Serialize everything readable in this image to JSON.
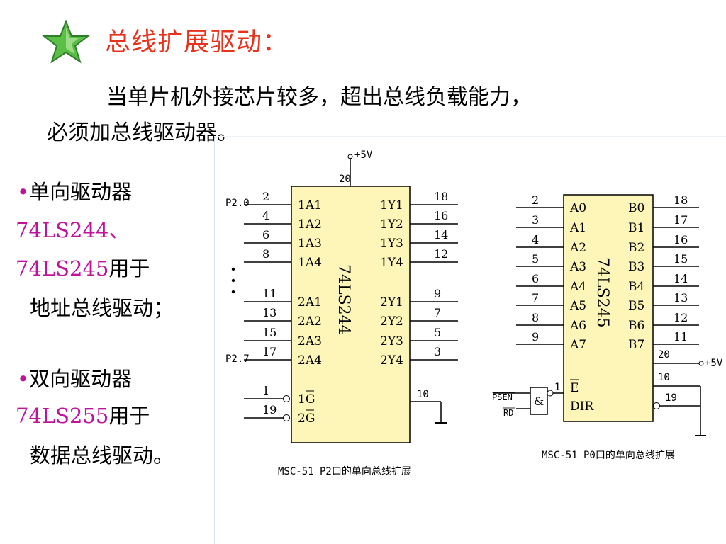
{
  "title": "总线扩展驱动：",
  "intro": {
    "line1": "当单片机外接芯片较多，超出总线负载能力，",
    "line2": "必须加总线驱动器。"
  },
  "bullets": {
    "b1_heading": "单向驱动器",
    "b1_chip1": "74LS244、",
    "b1_chip2": "74LS245",
    "b1_suffix": "用于",
    "b1_desc": "地址总线驱动；",
    "b2_heading": "双向驱动器",
    "b2_chip": "74LS255",
    "b2_suffix": "用于",
    "b2_desc": "数据总线驱动。"
  },
  "diagram_244": {
    "chip_label": "74LS244",
    "vcc": "+5V",
    "vcc_pin": "20",
    "gnd_pin": "10",
    "p20": "P2.0",
    "p27": "P2.7",
    "left_pins": [
      "2",
      "4",
      "6",
      "8",
      "11",
      "13",
      "15",
      "17"
    ],
    "inputs": [
      "1A1",
      "1A2",
      "1A3",
      "1A4",
      "2A1",
      "2A2",
      "2A3",
      "2A4"
    ],
    "outputs": [
      "1Y1",
      "1Y2",
      "1Y3",
      "1Y4",
      "2Y1",
      "2Y2",
      "2Y3",
      "2Y4"
    ],
    "right_pins": [
      "18",
      "16",
      "14",
      "12",
      "9",
      "7",
      "5",
      "3"
    ],
    "enable_pins": [
      "1",
      "19"
    ],
    "enable_labels": [
      "1G",
      "2G"
    ],
    "caption": "MSC-51 P2口的单向总线扩展"
  },
  "diagram_245": {
    "chip_label": "74LS245",
    "left_pins": [
      "2",
      "3",
      "4",
      "5",
      "6",
      "7",
      "8",
      "9"
    ],
    "a_labels": [
      "A0",
      "A1",
      "A2",
      "A3",
      "A4",
      "A5",
      "A6",
      "A7"
    ],
    "b_labels": [
      "B0",
      "B1",
      "B2",
      "B3",
      "B4",
      "B5",
      "B6",
      "B7"
    ],
    "right_pins": [
      "18",
      "17",
      "16",
      "15",
      "14",
      "13",
      "12",
      "11"
    ],
    "vcc_pin": "20",
    "vcc": "+5V",
    "gnd_pin": "10",
    "dir_pin": "19",
    "e_pin": "1",
    "e_label": "E",
    "dir_label": "DIR",
    "psen": "PSEN",
    "rd": "RD",
    "and_symbol": "&",
    "caption": "MSC-51 P0口的单向总线扩展"
  },
  "colors": {
    "title": "#e8321b",
    "accent": "#c0139c",
    "chip_fill": "#fdf6b8",
    "star": "#4caf3a"
  }
}
